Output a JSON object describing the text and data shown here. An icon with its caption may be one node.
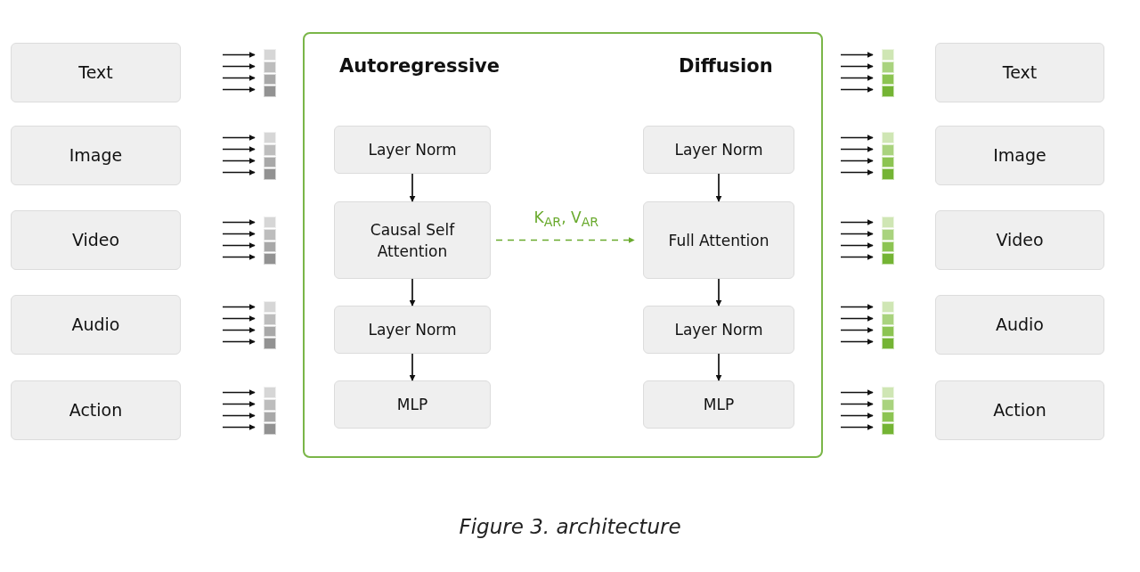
{
  "diagram": {
    "caption": "Figure 3. architecture",
    "nodes": [
      {
        "text": [
          "Text"
        ]
      },
      {
        "text": [
          "Image"
        ]
      },
      {
        "text": [
          "Video"
        ]
      },
      {
        "text": [
          "Audio"
        ]
      },
      {
        "text": [
          "Action"
        ]
      },
      {
        "text": [],
        "shape": "bar"
      },
      {
        "text": [],
        "shape": "bar"
      },
      {
        "text": [],
        "shape": "bar"
      },
      {
        "text": [],
        "shape": "bar"
      },
      {
        "text": [],
        "shape": "bar"
      },
      {
        "text": [],
        "shape": "box"
      },
      {
        "text": [
          "Layer Norm"
        ],
        "in": 10
      },
      {
        "text": [
          "Causal Self Attention"
        ],
        "in": 10
      },
      {
        "text": [
          "Layer Norm"
        ],
        "in": 10
      },
      {
        "text": [
          "MLP"
        ],
        "in": 10
      },
      {
        "text": [
          "Layer Norm"
        ],
        "in": 10
      },
      {
        "text": [
          "Full Attention"
        ],
        "in": 10
      },
      {
        "text": [
          "Layer Norm"
        ],
        "in": 10
      },
      {
        "text": [
          "MLP"
        ],
        "in": 10
      },
      {
        "text": [],
        "shape": "bar"
      },
      {
        "text": [],
        "shape": "bar"
      },
      {
        "text": [],
        "shape": "bar"
      },
      {
        "text": [],
        "shape": "bar"
      },
      {
        "text": [],
        "shape": "bar"
      },
      {
        "text": [
          "Text"
        ]
      },
      {
        "text": [
          "Image"
        ]
      },
      {
        "text": [
          "Video"
        ]
      },
      {
        "text": [
          "Audio"
        ]
      },
      {
        "text": [
          "Action"
        ]
      }
    ],
    "edges": [
      {
        "from": 11,
        "to": 12,
        "arrow": "to"
      },
      {
        "from": 12,
        "to": 13,
        "arrow": "to"
      },
      {
        "from": 13,
        "to": 14,
        "arrow": "to"
      },
      {
        "from": 15,
        "to": 16,
        "arrow": "to"
      },
      {
        "from": 16,
        "to": 17,
        "arrow": "to"
      },
      {
        "from": 17,
        "to": 18,
        "arrow": "to"
      },
      {
        "from": 12,
        "to": 16,
        "arrow": "to",
        "label": "K$_{AR}$, V$_{AR}$",
        "style": "dashed",
        "color": "#6aaa2e"
      },
      {
        "from": null,
        "to": 5,
        "arrow": "to"
      },
      {
        "from": null,
        "to": 5,
        "arrow": "to"
      },
      {
        "from": null,
        "to": 5,
        "arrow": "to"
      },
      {
        "from": null,
        "to": 5,
        "arrow": "to"
      },
      {
        "from": null,
        "to": 6,
        "arrow": "to"
      },
      {
        "from": null,
        "to": 6,
        "arrow": "to"
      },
      {
        "from": null,
        "to": 6,
        "arrow": "to"
      },
      {
        "from": null,
        "to": 6,
        "arrow": "to"
      },
      {
        "from": null,
        "to": 7,
        "arrow": "to"
      },
      {
        "from": null,
        "to": 7,
        "arrow": "to"
      },
      {
        "from": null,
        "to": 7,
        "arrow": "to"
      },
      {
        "from": null,
        "to": 7,
        "arrow": "to"
      },
      {
        "from": null,
        "to": 8,
        "arrow": "to"
      },
      {
        "from": null,
        "to": 8,
        "arrow": "to"
      },
      {
        "from": null,
        "to": 8,
        "arrow": "to"
      },
      {
        "from": null,
        "to": 8,
        "arrow": "to"
      },
      {
        "from": null,
        "to": 9,
        "arrow": "to"
      },
      {
        "from": null,
        "to": 9,
        "arrow": "to"
      },
      {
        "from": null,
        "to": 9,
        "arrow": "to"
      },
      {
        "from": null,
        "to": 9,
        "arrow": "to"
      },
      {
        "from": null,
        "to": 19,
        "arrow": "to"
      },
      {
        "from": null,
        "to": 19,
        "arrow": "to"
      },
      {
        "from": null,
        "to": 19,
        "arrow": "to"
      },
      {
        "from": null,
        "to": 19,
        "arrow": "to"
      },
      {
        "from": null,
        "to": 20,
        "arrow": "to"
      },
      {
        "from": null,
        "to": 20,
        "arrow": "to"
      },
      {
        "from": null,
        "to": 20,
        "arrow": "to"
      },
      {
        "from": null,
        "to": 20,
        "arrow": "to"
      },
      {
        "from": null,
        "to": 21,
        "arrow": "to"
      },
      {
        "from": null,
        "to": 21,
        "arrow": "to"
      },
      {
        "from": null,
        "to": 21,
        "arrow": "to"
      },
      {
        "from": null,
        "to": 21,
        "arrow": "to"
      },
      {
        "from": null,
        "to": 22,
        "arrow": "to"
      },
      {
        "from": null,
        "to": 22,
        "arrow": "to"
      },
      {
        "from": null,
        "to": 22,
        "arrow": "to"
      },
      {
        "from": null,
        "to": 22,
        "arrow": "to"
      },
      {
        "from": null,
        "to": 23,
        "arrow": "to"
      },
      {
        "from": null,
        "to": 23,
        "arrow": "to"
      },
      {
        "from": null,
        "to": 23,
        "arrow": "to"
      },
      {
        "from": null,
        "to": 23,
        "arrow": "to"
      }
    ],
    "labels": [
      "Autoregressive",
      "Diffusion"
    ]
  }
}
